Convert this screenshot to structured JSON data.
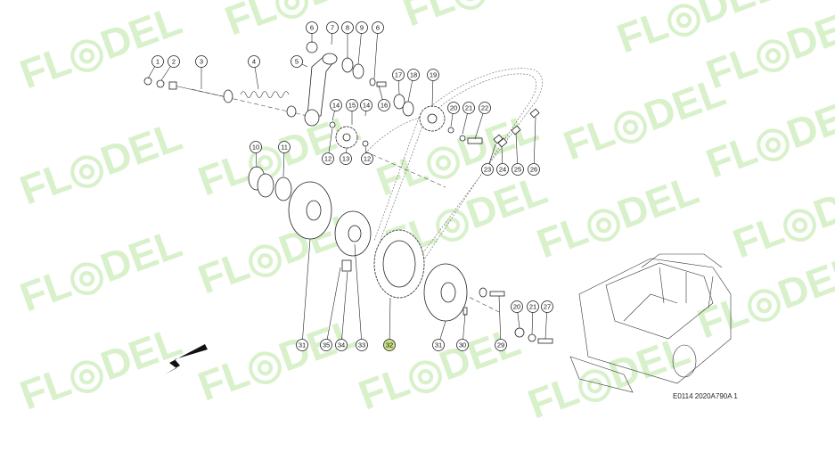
{
  "diagram": {
    "reference_code": "E0114 2020A790A 1",
    "watermark_text": "FL◎DEL",
    "direction_icon": "arrow-icon",
    "highlight_color": "#c9e08a",
    "watermark_color": "#b9e6a2",
    "callouts": [
      "1",
      "2",
      "3",
      "4",
      "5",
      "6",
      "7",
      "8",
      "9",
      "6",
      "10",
      "11",
      "12",
      "13",
      "14",
      "15",
      "14",
      "12",
      "16",
      "17",
      "18",
      "19",
      "20",
      "21",
      "22",
      "23",
      "24",
      "25",
      "26",
      "31",
      "35",
      "34",
      "33",
      "32",
      "31",
      "30",
      "29",
      "20",
      "21",
      "27"
    ]
  }
}
